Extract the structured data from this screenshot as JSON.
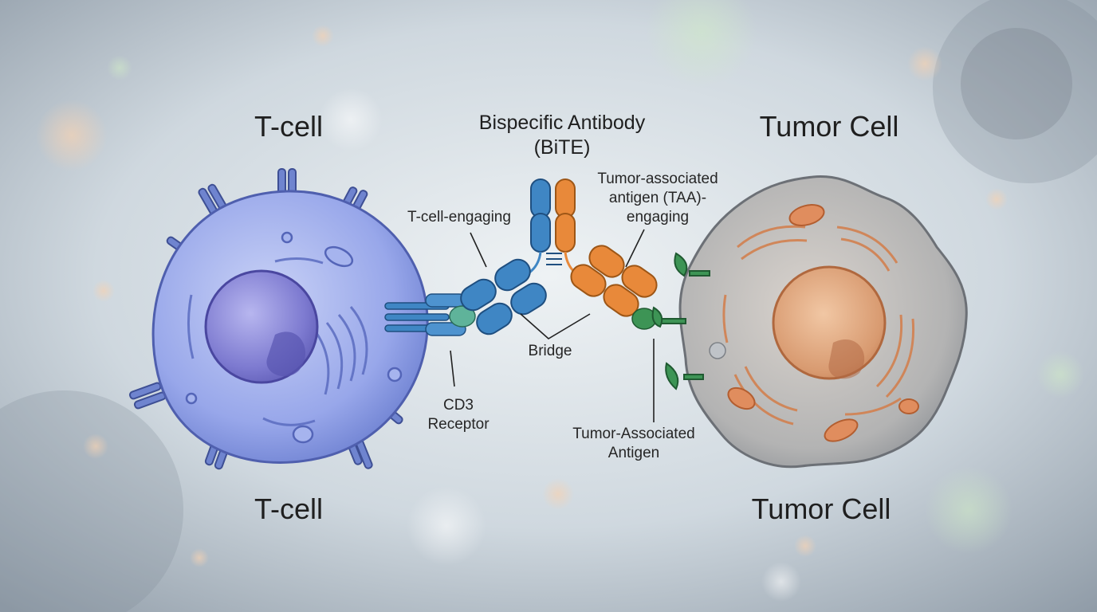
{
  "labels": {
    "tcell_top": "T-cell",
    "tcell_bottom": "T-cell",
    "tumor_top": "Tumor Cell",
    "tumor_bottom": "Tumor Cell",
    "antibody_line1": "Bispecific Antibody",
    "antibody_line2": "(BiTE)",
    "tcell_engaging": "T-cell-engaging",
    "taa_engaging_1": "Tumor-associated",
    "taa_engaging_2": "antigen (TAA)-",
    "taa_engaging_3": "engaging",
    "bridge": "Bridge",
    "cd3_1": "CD3",
    "cd3_2": "Receptor",
    "taa_1": "Tumor-Associated",
    "taa_2": "Antigen"
  },
  "colors": {
    "tcell_arm": "#3f86c4",
    "taa_arm": "#e8893a",
    "antigen": "#3d9455",
    "tcell_body": "#8d9ee0",
    "tumor_body": "#a6a6a6"
  }
}
